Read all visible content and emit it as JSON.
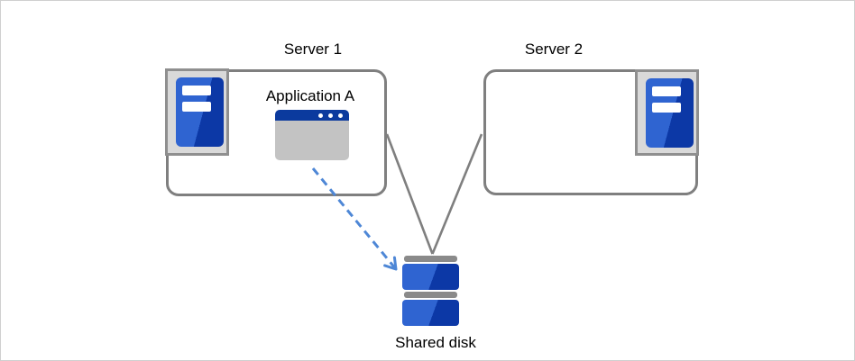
{
  "diagram": {
    "nodes": {
      "server1": {
        "label": "Server 1",
        "icon": "server-tower-icon",
        "application": {
          "label": "Application A",
          "icon": "application-window-icon"
        }
      },
      "server2": {
        "label": "Server 2",
        "icon": "server-tower-icon"
      },
      "shared_disk": {
        "label": "Shared disk",
        "icon": "stacked-disk-icon"
      }
    },
    "connections": [
      {
        "from": "server1",
        "to": "shared_disk",
        "style": "solid-line",
        "color": "#7f7f7f"
      },
      {
        "from": "server2",
        "to": "shared_disk",
        "style": "solid-line",
        "color": "#7f7f7f"
      },
      {
        "from": "application_a",
        "to": "shared_disk",
        "style": "dashed-arrow",
        "color": "#4e87d6"
      }
    ],
    "colors": {
      "canvas_border": "#cfcfcf",
      "box_border": "#7f7f7f",
      "connector_gray": "#7f7f7f",
      "icon_frame_fill": "#d9d9d9",
      "icon_frame_border": "#8f8f8f",
      "blue_light": "#2f64d1",
      "blue_dark": "#0c38a6",
      "titlebar_navy": "#0b3a9e",
      "window_body_gray": "#c3c3c3",
      "disk_cap_gray": "#8a8a8a",
      "arrow_blue": "#4e87d6"
    }
  }
}
